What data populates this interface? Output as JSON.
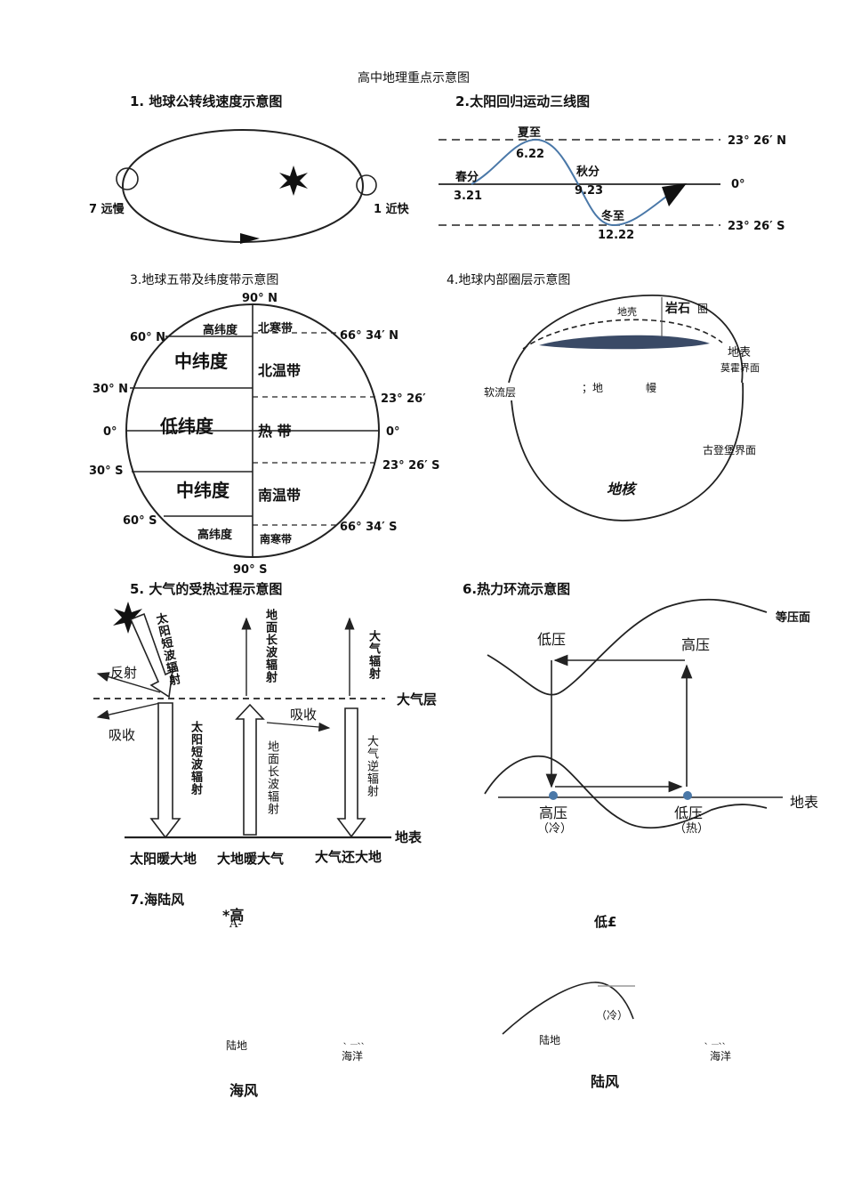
{
  "page_title": "高中地理重点示意图",
  "d1": {
    "heading": "1. 地球公转线速度示意图",
    "far": "7 远慢",
    "near": "1 近快"
  },
  "d2": {
    "heading": "2.太阳回归运动三线图",
    "summer": "夏至",
    "summer_date": "6.22",
    "spring": "春分",
    "spring_date": "3.21",
    "autumn": "秋分",
    "autumn_date": "9.23",
    "winter": "冬至",
    "winter_date": "12.22",
    "lat_n": "23° 26′ N",
    "lat_0": "0°",
    "lat_s": "23° 26′ S"
  },
  "d3": {
    "heading": "3.地球五带及纬度带示意图",
    "n_pole": "90° N",
    "s_pole": "90° S",
    "l60n": "60° N",
    "l30n": "30° N",
    "l0": "0°",
    "l30s": "30° S",
    "l60s": "60° S",
    "high_n": "高纬度",
    "mid_n": "中纬度",
    "low": "低纬度",
    "mid_s": "中纬度",
    "high_s": "高纬度",
    "cold_n": "北寒带",
    "temp_n": "北温带",
    "tropic": "热 带",
    "temp_s": "南温带",
    "cold_s": "南寒带",
    "r6634n": "66° 34′ N",
    "r2326n": "23° 26′",
    "r0": "0°",
    "r2326s": "23° 26′ S",
    "r6634s": "66° 34′ S"
  },
  "d4": {
    "heading": "4.地球内部圈层示意图",
    "crust": "地壳",
    "litho": "岩石",
    "litho2": "圈",
    "surface": "地表",
    "moho": "莫霍界面",
    "astheno": "软流层",
    "mantle1": "；地",
    "mantle2": "幔",
    "gutenberg": "古登堡界面",
    "core": "地核"
  },
  "d5": {
    "heading": "5. 大气的受热过程示意图",
    "solar": "太阳短波辐射",
    "reflect": "反射",
    "absorb1": "吸收",
    "absorb2": "吸收",
    "ground_long_top": "地面长波辐射",
    "atm_rad": "大气辐射",
    "atm_layer": "大气层",
    "solar2": "太阳短波辐射",
    "ground_long": "地面长波辐射",
    "counter": "大气逆辐射",
    "surface": "地表",
    "cap1": "太阳暖大地",
    "cap2": "大地暖大气",
    "cap3": "大气还大地"
  },
  "d6": {
    "heading": "6.热力环流示意图",
    "isobar": "等压面",
    "low_top": "低压",
    "high_top": "高压",
    "surface": "地表",
    "high_bottom": "高压",
    "cold": "（冷）",
    "low_bottom": "低压",
    "hot": "（热）"
  },
  "d7": {
    "heading": "7.海陆风",
    "high": "*高",
    "mark": "A-",
    "low": "低£",
    "cold": "（冷）",
    "land1": "陆地",
    "sea1": "海洋",
    "land2": "陆地",
    "sea2": "海洋",
    "sea_breeze": "海风",
    "land_breeze": "陆风",
    "dots": "、＿、、"
  }
}
